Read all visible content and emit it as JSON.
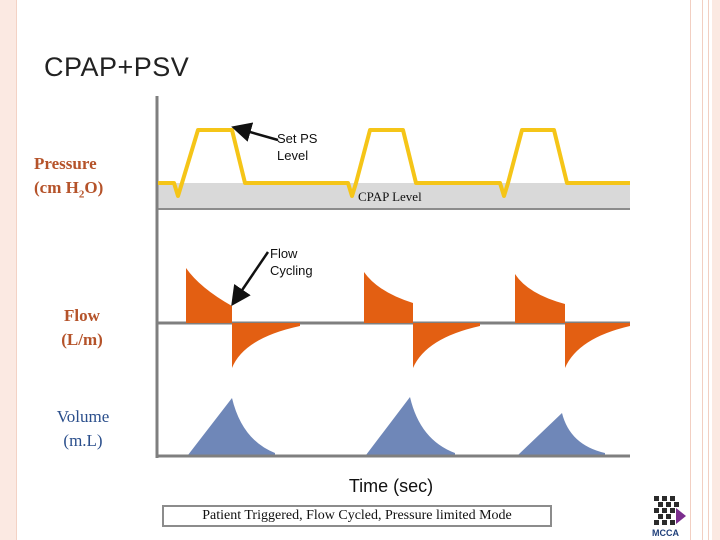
{
  "title": "CPAP+PSV",
  "axes": {
    "pressure_label_line1": "Pressure",
    "pressure_label_line2_prefix": "(cm H",
    "pressure_label_line2_sub": "2",
    "pressure_label_line2_suffix": "O)",
    "flow_label_line1": "Flow",
    "flow_label_line2": "(L/m)",
    "volume_label_line1": "Volume",
    "volume_label_line2": "(m.L)",
    "time_label": "Time (sec)"
  },
  "annotations": {
    "set_ps_line1": "Set PS",
    "set_ps_line2": "Level",
    "cpap_level": "CPAP Level",
    "flow_cycling_line1": "Flow",
    "flow_cycling_line2": "Cycling"
  },
  "caption": "Patient Triggered, Flow Cycled, Pressure limited Mode",
  "logo_text": "MCCA",
  "colors": {
    "pressure_trace": "#f5c518",
    "flow_fill": "#e35f12",
    "volume_fill": "#6f87b8",
    "cpap_band": "#d9d9d9",
    "axis": "#7f7f7f",
    "label_red": "#b5532a",
    "label_blue": "#2b4f8c"
  },
  "breaths": 3
}
